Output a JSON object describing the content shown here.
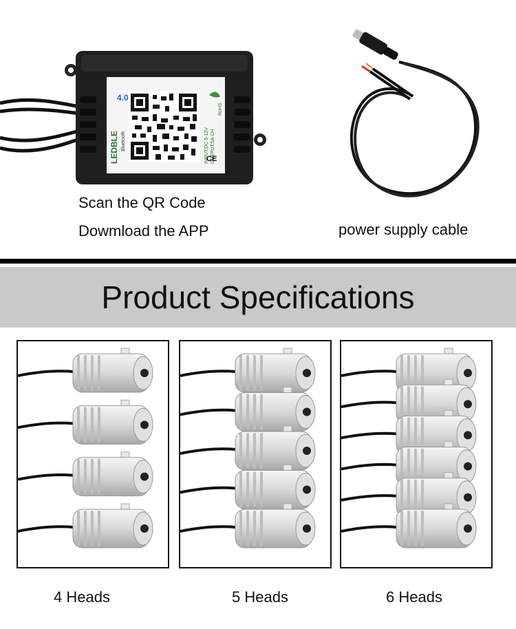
{
  "controller": {
    "label_brand": "LEDBLE",
    "label_bt": "Bluetooth",
    "label_ver": "4.0",
    "label_rohs": "RoHS",
    "label_input": "INPUT:DC 5-12V",
    "label_output": "OUTPUT:5A CH",
    "label_ce": "CE"
  },
  "captions": {
    "scan": "Scan the QR Code",
    "download": "Dowmload the APP",
    "cable": "power supply cable"
  },
  "section_title": "Product Specifications",
  "variants": [
    {
      "label": "4 Heads",
      "count": 4
    },
    {
      "label": "5 Heads",
      "count": 5
    },
    {
      "label": "6 Heads",
      "count": 6
    }
  ],
  "colors": {
    "band": "#c9c9c9",
    "controller_body": "#1f1f1f",
    "aluminum": "#d8d8d8"
  }
}
